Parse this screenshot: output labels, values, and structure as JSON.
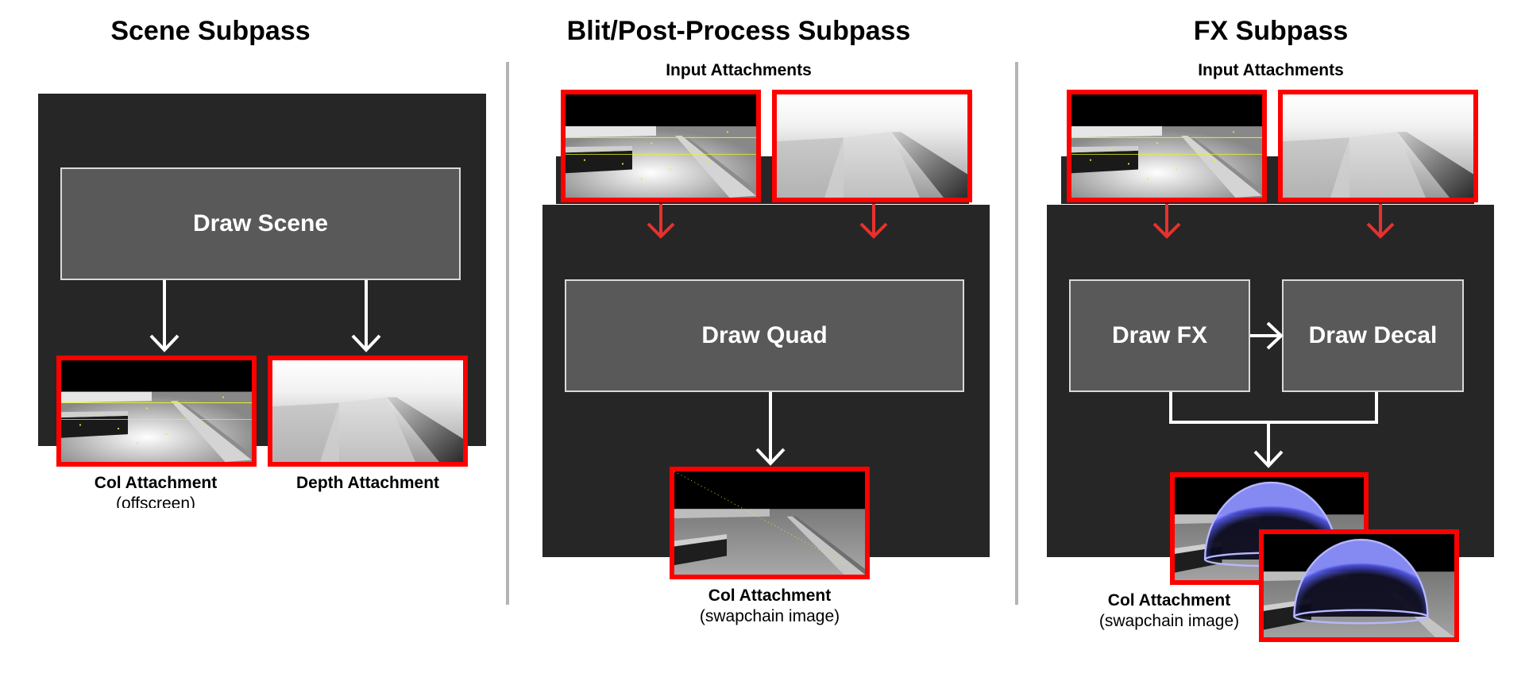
{
  "scene": {
    "title": "Scene Subpass",
    "draw_label": "Draw Scene",
    "col_caption": "Col Attachment",
    "col_sub": "(offscreen)",
    "depth_caption": "Depth Attachment"
  },
  "blit": {
    "title": "Blit/Post-Process Subpass",
    "input_label": "Input Attachments",
    "draw_label": "Draw Quad",
    "col_caption": "Col Attachment",
    "col_sub": "(swapchain image)"
  },
  "fx": {
    "title": "FX Subpass",
    "input_label": "Input Attachments",
    "drawfx_label": "Draw FX",
    "decal_label": "Draw Decal",
    "col_caption": "Col Attachment",
    "col_sub": "(swapchain image)"
  },
  "colors": {
    "panel": "#262626",
    "box": "#595959",
    "highlight": "#ff0000",
    "arrow": "#ffffff",
    "input_arrow": "#e8312f",
    "divider": "#b4b4b4",
    "dome": "#5a5cff"
  },
  "icons": {
    "flow_arrow": "arrow-down-icon",
    "input_arrow": "red-arrow-down-icon"
  }
}
